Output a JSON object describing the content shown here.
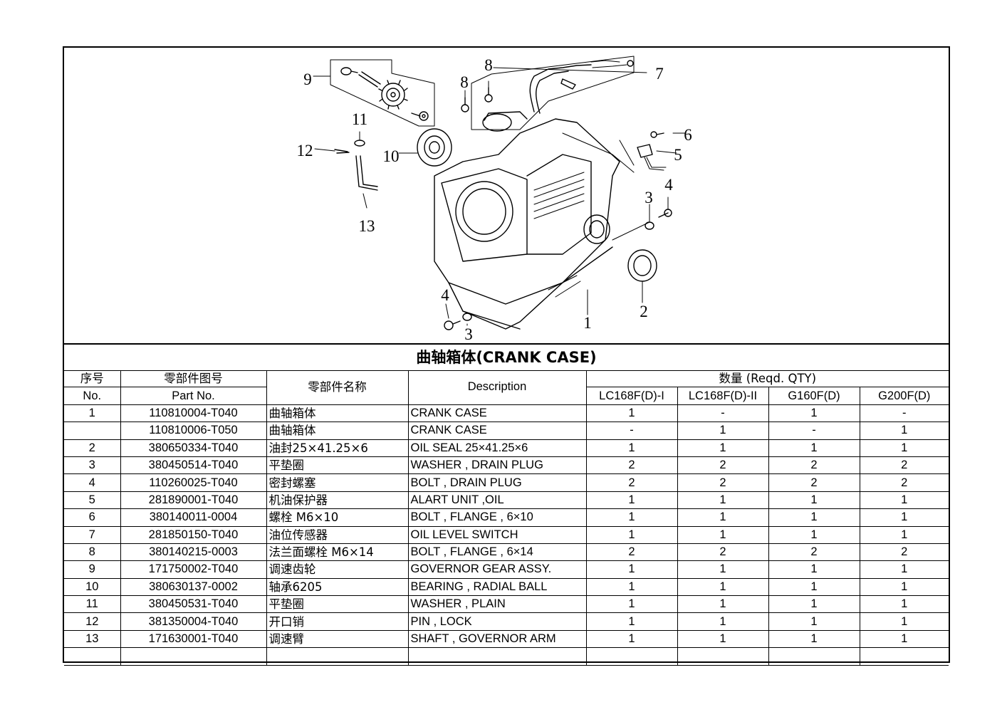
{
  "figure": {
    "callouts": [
      "1",
      "2",
      "3",
      "3",
      "4",
      "4",
      "5",
      "6",
      "7",
      "8",
      "8",
      "9",
      "10",
      "11",
      "12",
      "13"
    ]
  },
  "title": "曲轴箱体(CRANK CASE)",
  "table": {
    "header": {
      "no_cn": "序号",
      "no_en": "No.",
      "part_cn": "零部件图号",
      "part_en": "Part No.",
      "name_cn": "零部件名称",
      "desc": "Description",
      "qty": "数量 (Reqd. QTY)",
      "models": [
        "LC168F(D)-I",
        "LC168F(D)-II",
        "G160F(D)",
        "G200F(D)"
      ]
    },
    "rows": [
      {
        "no": "1",
        "part": "110810004-T040",
        "name": "曲轴箱体",
        "desc": "CRANK CASE",
        "q": [
          "1",
          "-",
          "1",
          "-"
        ]
      },
      {
        "no": "",
        "part": "110810006-T050",
        "name": "曲轴箱体",
        "desc": "CRANK CASE",
        "q": [
          "-",
          "1",
          "-",
          "1"
        ]
      },
      {
        "no": "2",
        "part": "380650334-T040",
        "name": "油封25×41.25×6",
        "desc": "OIL SEAL 25×41.25×6",
        "q": [
          "1",
          "1",
          "1",
          "1"
        ]
      },
      {
        "no": "3",
        "part": "380450514-T040",
        "name": "平垫圈",
        "desc": "WASHER , DRAIN PLUG",
        "q": [
          "2",
          "2",
          "2",
          "2"
        ]
      },
      {
        "no": "4",
        "part": "110260025-T040",
        "name": "密封螺塞",
        "desc": "BOLT , DRAIN PLUG",
        "q": [
          "2",
          "2",
          "2",
          "2"
        ]
      },
      {
        "no": "5",
        "part": "281890001-T040",
        "name": "机油保护器",
        "desc": "ALART UNIT ,OIL",
        "q": [
          "1",
          "1",
          "1",
          "1"
        ]
      },
      {
        "no": "6",
        "part": "380140011-0004",
        "name": "螺栓 M6×10",
        "desc": "BOLT , FLANGE , 6×10",
        "q": [
          "1",
          "1",
          "1",
          "1"
        ]
      },
      {
        "no": "7",
        "part": "281850150-T040",
        "name": "油位传感器",
        "desc": "OIL LEVEL SWITCH",
        "q": [
          "1",
          "1",
          "1",
          "1"
        ]
      },
      {
        "no": "8",
        "part": "380140215-0003",
        "name": "法兰面螺栓 M6×14",
        "desc": "BOLT , FLANGE , 6×14",
        "q": [
          "2",
          "2",
          "2",
          "2"
        ]
      },
      {
        "no": "9",
        "part": "171750002-T040",
        "name": "调速齿轮",
        "desc": "GOVERNOR GEAR ASSY.",
        "q": [
          "1",
          "1",
          "1",
          "1"
        ]
      },
      {
        "no": "10",
        "part": "380630137-0002",
        "name": "轴承6205",
        "desc": "BEARING , RADIAL BALL",
        "q": [
          "1",
          "1",
          "1",
          "1"
        ]
      },
      {
        "no": "11",
        "part": "380450531-T040",
        "name": "平垫圈",
        "desc": "WASHER , PLAIN",
        "q": [
          "1",
          "1",
          "1",
          "1"
        ]
      },
      {
        "no": "12",
        "part": "381350004-T040",
        "name": "开口销",
        "desc": "PIN , LOCK",
        "q": [
          "1",
          "1",
          "1",
          "1"
        ]
      },
      {
        "no": "13",
        "part": "171630001-T040",
        "name": "调速臂",
        "desc": "SHAFT , GOVERNOR ARM",
        "q": [
          "1",
          "1",
          "1",
          "1"
        ]
      },
      {
        "no": "",
        "part": "",
        "name": "",
        "desc": "",
        "q": [
          "",
          "",
          "",
          ""
        ]
      }
    ]
  }
}
